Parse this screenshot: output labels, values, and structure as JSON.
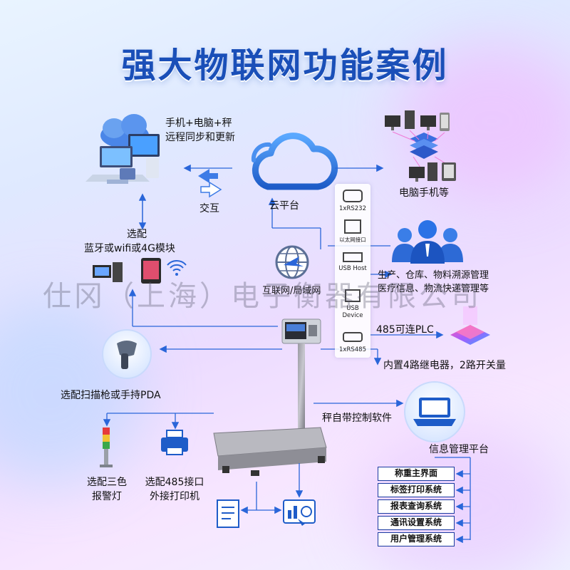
{
  "title": "强大物联网功能案例",
  "watermark": "仕冈（上海）电子衡器有限公司",
  "labels": {
    "remote_line1": "手机+电脑+秤",
    "remote_line2": "远程同步和更新",
    "exchange": "交互",
    "cloud": "云平台",
    "pc_phone": "电脑手机等",
    "optional": "选配",
    "modules": "蓝牙或wifi或4G模块",
    "internet": "互联网/局域网",
    "trace_line1": "生产、仓库、物料溯源管理",
    "trace_line2": "医疗信息、物流快递管理等",
    "plc": "485可连PLC",
    "relay": "内置4路继电器，2路开关量",
    "scanner": "选配扫描枪或手持PDA",
    "software": "秤自带控制软件",
    "info_platform": "信息管理平台",
    "alarm_line1": "选配三色",
    "alarm_line2": "报警灯",
    "printer_line1": "选配485接口",
    "printer_line2": "外接打印机"
  },
  "ports": [
    "1xRS232",
    "以太网接口",
    "USB Host",
    "USB Device",
    "1xRS485"
  ],
  "systems": [
    "称重主界面",
    "标签打印系统",
    "报表查询系统",
    "通讯设置系统",
    "用户管理系统"
  ],
  "colors": {
    "title": "#1a4fb8",
    "accent": "#1e5cc8",
    "arrow": "#2a66d9"
  }
}
